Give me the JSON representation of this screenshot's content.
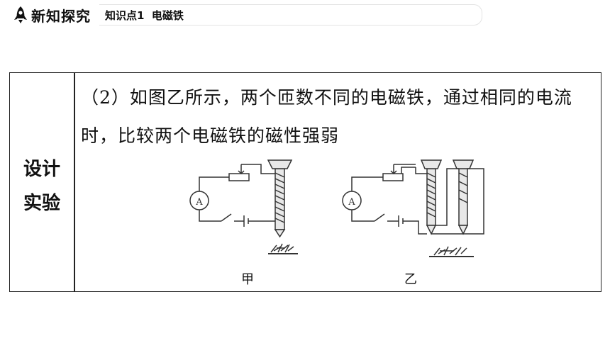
{
  "header": {
    "logo_icon": "rocket-icon",
    "section_title": "新知探究",
    "knowledge_point": "知识点1  电磁铁"
  },
  "table": {
    "row_label_line1": "设计",
    "row_label_line2": "实验",
    "description": "（2）如图乙所示，两个匝数不同的电磁铁，通过相同的电流时，比较两个电磁铁的磁性强弱"
  },
  "diagram": {
    "ammeter_symbol": "A",
    "caption_left": "甲",
    "caption_right": "乙"
  }
}
